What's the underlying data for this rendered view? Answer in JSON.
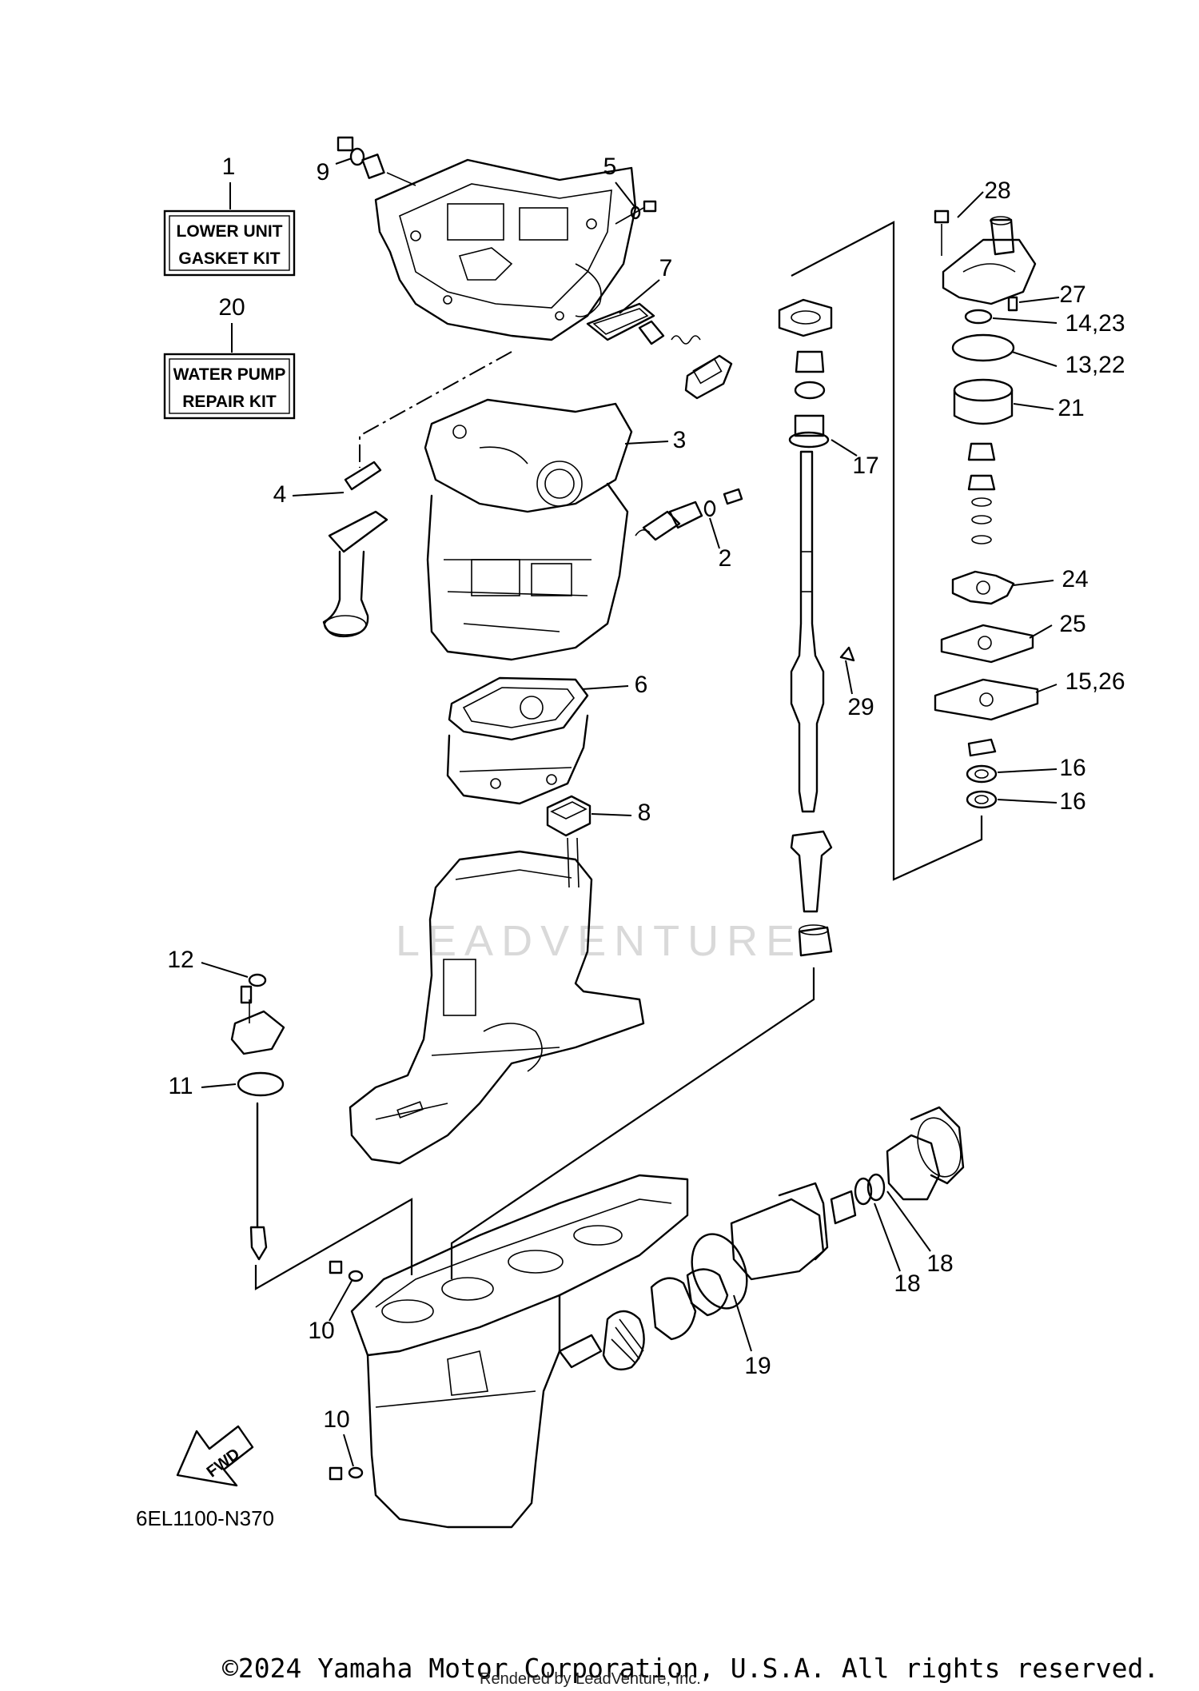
{
  "kits": {
    "gasket": {
      "number": "1",
      "line1": "LOWER UNIT",
      "line2": "GASKET KIT"
    },
    "pump": {
      "number": "20",
      "line1": "WATER PUMP",
      "line2": "REPAIR KIT"
    }
  },
  "callouts": {
    "c2": "2",
    "c3": "3",
    "c4": "4",
    "c5": "5",
    "c6": "6",
    "c7": "7",
    "c8": "8",
    "c9": "9",
    "c10a": "10",
    "c10b": "10",
    "c11": "11",
    "c12": "12",
    "c13_22": "13,22",
    "c14_23": "14,23",
    "c15_26": "15,26",
    "c16a": "16",
    "c16b": "16",
    "c17": "17",
    "c18a": "18",
    "c18b": "18",
    "c19": "19",
    "c21": "21",
    "c24": "24",
    "c25": "25",
    "c27": "27",
    "c28": "28",
    "c29": "29"
  },
  "forward_arrow": "FWD",
  "diagram_code": "6EL1100-N370",
  "watermark": "LEADVENTURE",
  "copyright": "©2024 Yamaha Motor Corporation, U.S.A. All rights reserved.",
  "rendered_by": "Rendered by LeadVenture, Inc."
}
